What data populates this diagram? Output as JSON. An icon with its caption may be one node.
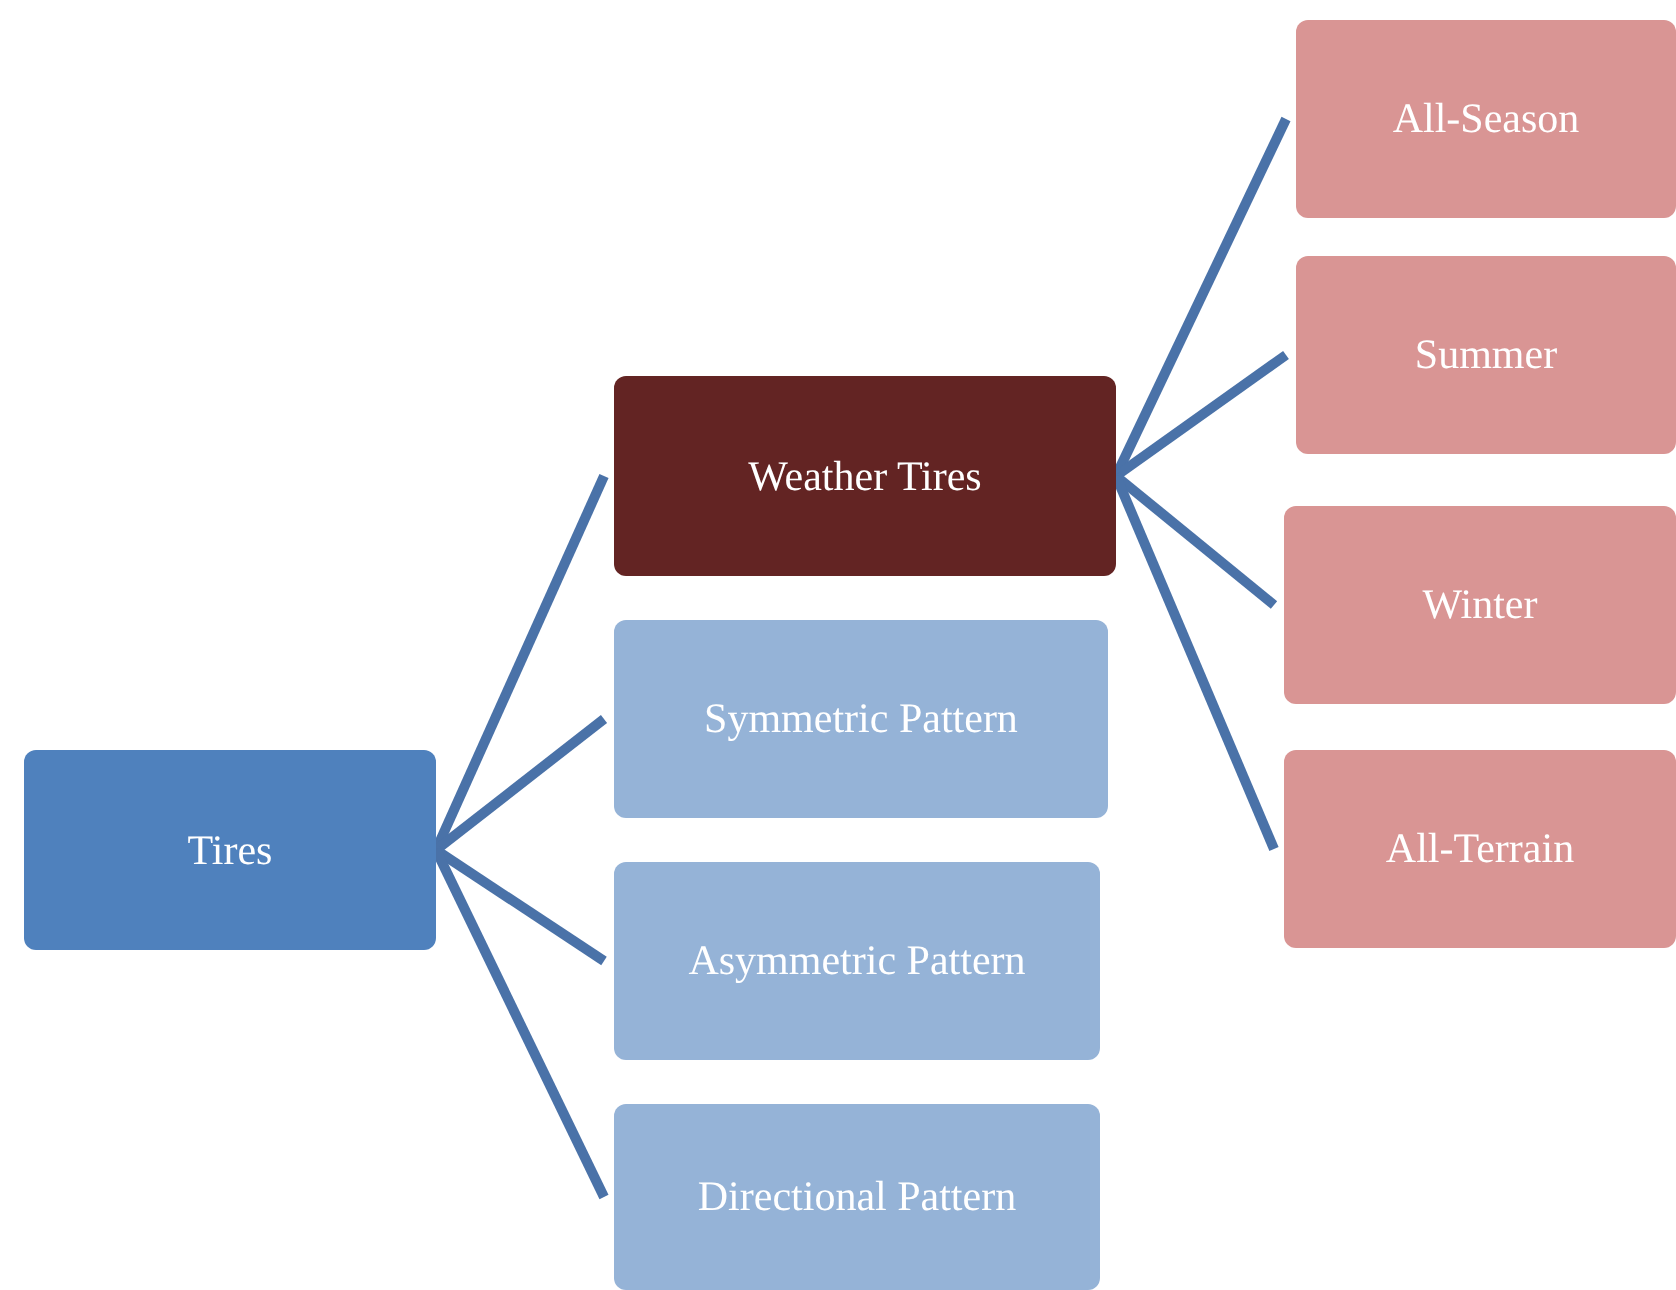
{
  "diagram": {
    "nodes": [
      {
        "text": [
          "Tires"
        ]
      },
      {
        "text": [
          "Weather Tires"
        ]
      },
      {
        "text": [
          "Symmetric Pattern"
        ]
      },
      {
        "text": [
          "Asymmetric Pattern"
        ]
      },
      {
        "text": [
          "Directional Pattern"
        ]
      },
      {
        "text": [
          "All-Season"
        ]
      },
      {
        "text": [
          "Summer"
        ]
      },
      {
        "text": [
          "Winter"
        ]
      },
      {
        "text": [
          "All-Terrain"
        ]
      }
    ],
    "edges": [
      {
        "from": 0,
        "to": 1,
        "arrow": "none"
      },
      {
        "from": 0,
        "to": 2,
        "arrow": "none"
      },
      {
        "from": 0,
        "to": 3,
        "arrow": "none"
      },
      {
        "from": 0,
        "to": 4,
        "arrow": "none"
      },
      {
        "from": 1,
        "to": 5,
        "arrow": "none"
      },
      {
        "from": 1,
        "to": 6,
        "arrow": "none"
      },
      {
        "from": 1,
        "to": 7,
        "arrow": "none"
      },
      {
        "from": 1,
        "to": 8,
        "arrow": "none"
      }
    ]
  }
}
